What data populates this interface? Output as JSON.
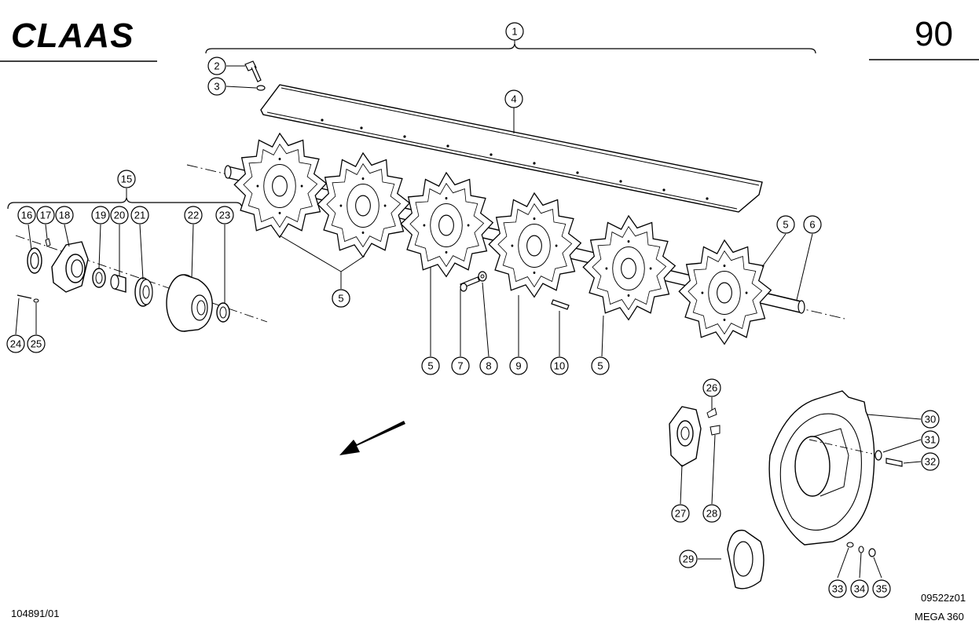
{
  "header": {
    "brand": "CLAAS",
    "page_number": "90"
  },
  "footer": {
    "doc_id": "104891/01",
    "drawing_id": "09522z01",
    "model": "MEGA 360"
  },
  "callouts": [
    "1",
    "2",
    "3",
    "4",
    "5",
    "5",
    "5",
    "5",
    "5",
    "6",
    "7",
    "8",
    "9",
    "10",
    "15",
    "16",
    "17",
    "18",
    "19",
    "20",
    "21",
    "22",
    "23",
    "24",
    "25",
    "26",
    "27",
    "28",
    "29",
    "30",
    "31",
    "32",
    "33",
    "34",
    "35"
  ],
  "colors": {
    "line": "#000000",
    "background": "#ffffff"
  }
}
